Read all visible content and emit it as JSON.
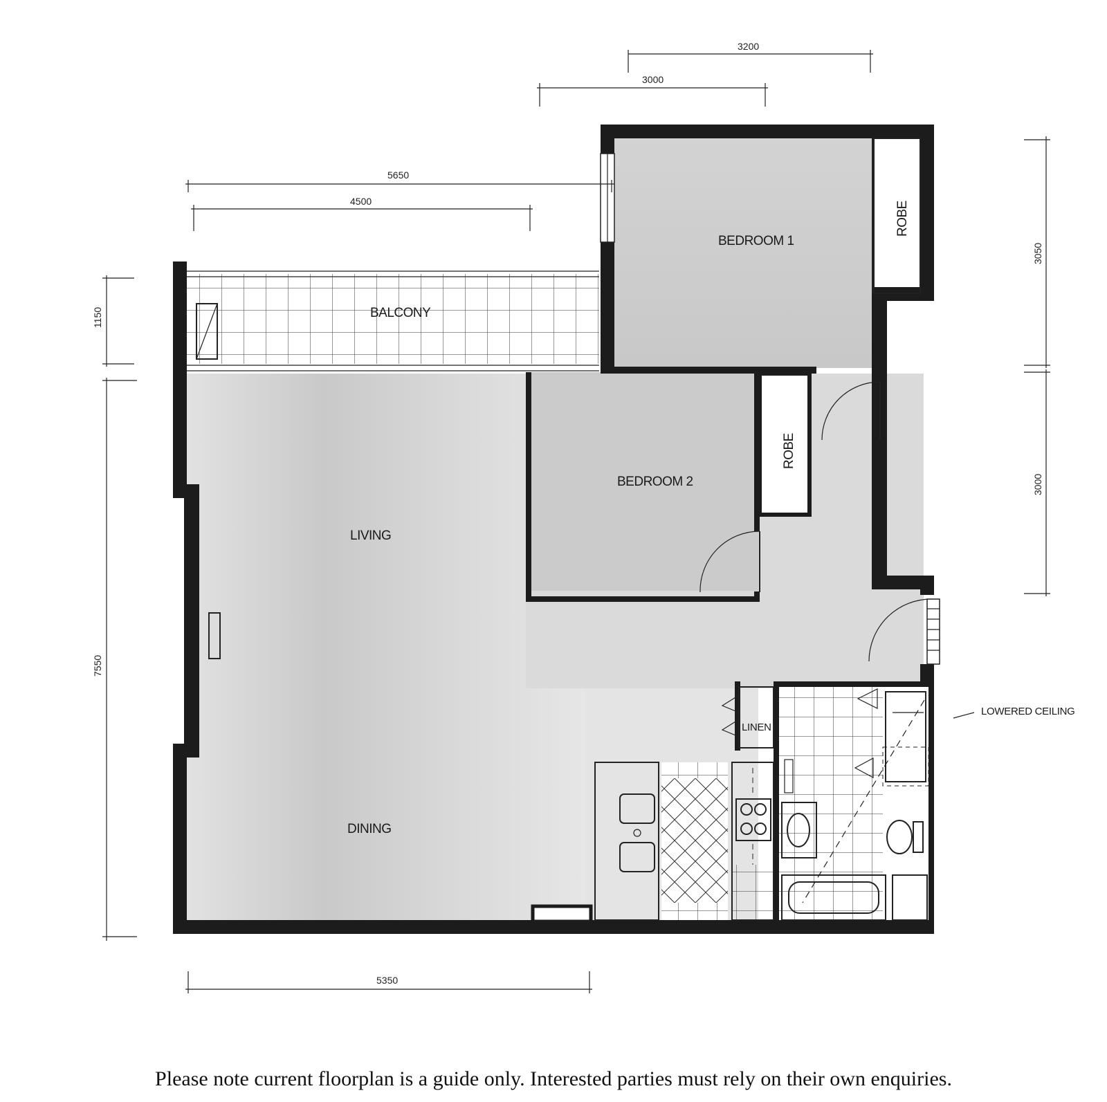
{
  "rooms": {
    "bedroom1": "BEDROOM 1",
    "bedroom2": "BEDROOM 2",
    "robe1": "ROBE",
    "robe2": "ROBE",
    "balcony": "BALCONY",
    "living": "LIVING",
    "dining": "DINING",
    "linen": "LINEN"
  },
  "annotations": {
    "lowered_ceiling": "LOWERED CEILING"
  },
  "dimensions": {
    "top_3200": "3200",
    "top_3000": "3000",
    "top_5650": "5650",
    "top_4500": "4500",
    "right_3050": "3050",
    "right_3000": "3000",
    "left_1150": "1150",
    "left_7550": "7550",
    "bottom_5350": "5350"
  },
  "footer": {
    "disclaimer": "Please note current floorplan is a guide only. Interested parties must rely on their own enquiries."
  }
}
